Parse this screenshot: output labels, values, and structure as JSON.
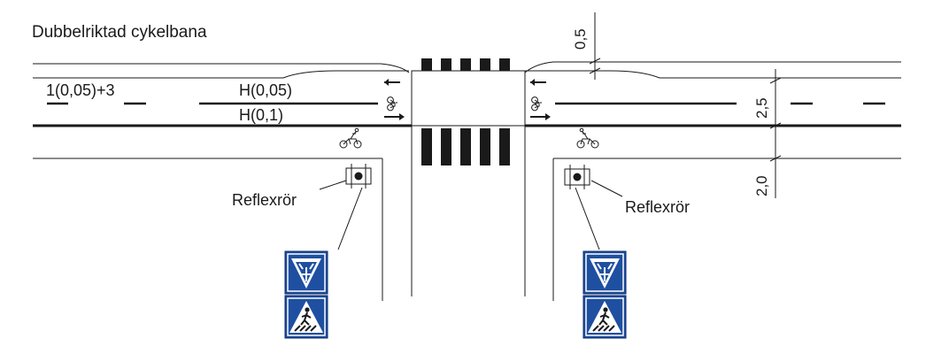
{
  "title": "Dubbelriktad cykelbana",
  "markings": {
    "left_line": "1(0,05)+3",
    "center_upper": "H(0,05)",
    "center_lower": "H(0,1)"
  },
  "dimensions": {
    "top": "0,5",
    "right_upper": "2,5",
    "right_lower": "2,0"
  },
  "reflector": {
    "left_label": "Reflexrör",
    "right_label": "Reflexrör"
  },
  "icons": {
    "arrow": "arrow-icon",
    "bicycle": "bicycle-icon",
    "cyclist": "cyclist-icon",
    "reflector_post": "reflector-post-icon",
    "cycle_crossing_sign": "cycle-crossing-sign-icon",
    "pedestrian_crossing_sign": "pedestrian-crossing-sign-icon"
  },
  "colors": {
    "line": "#1a1a1a",
    "sign_blue": "#1f4fa0",
    "sign_white": "#ffffff"
  }
}
